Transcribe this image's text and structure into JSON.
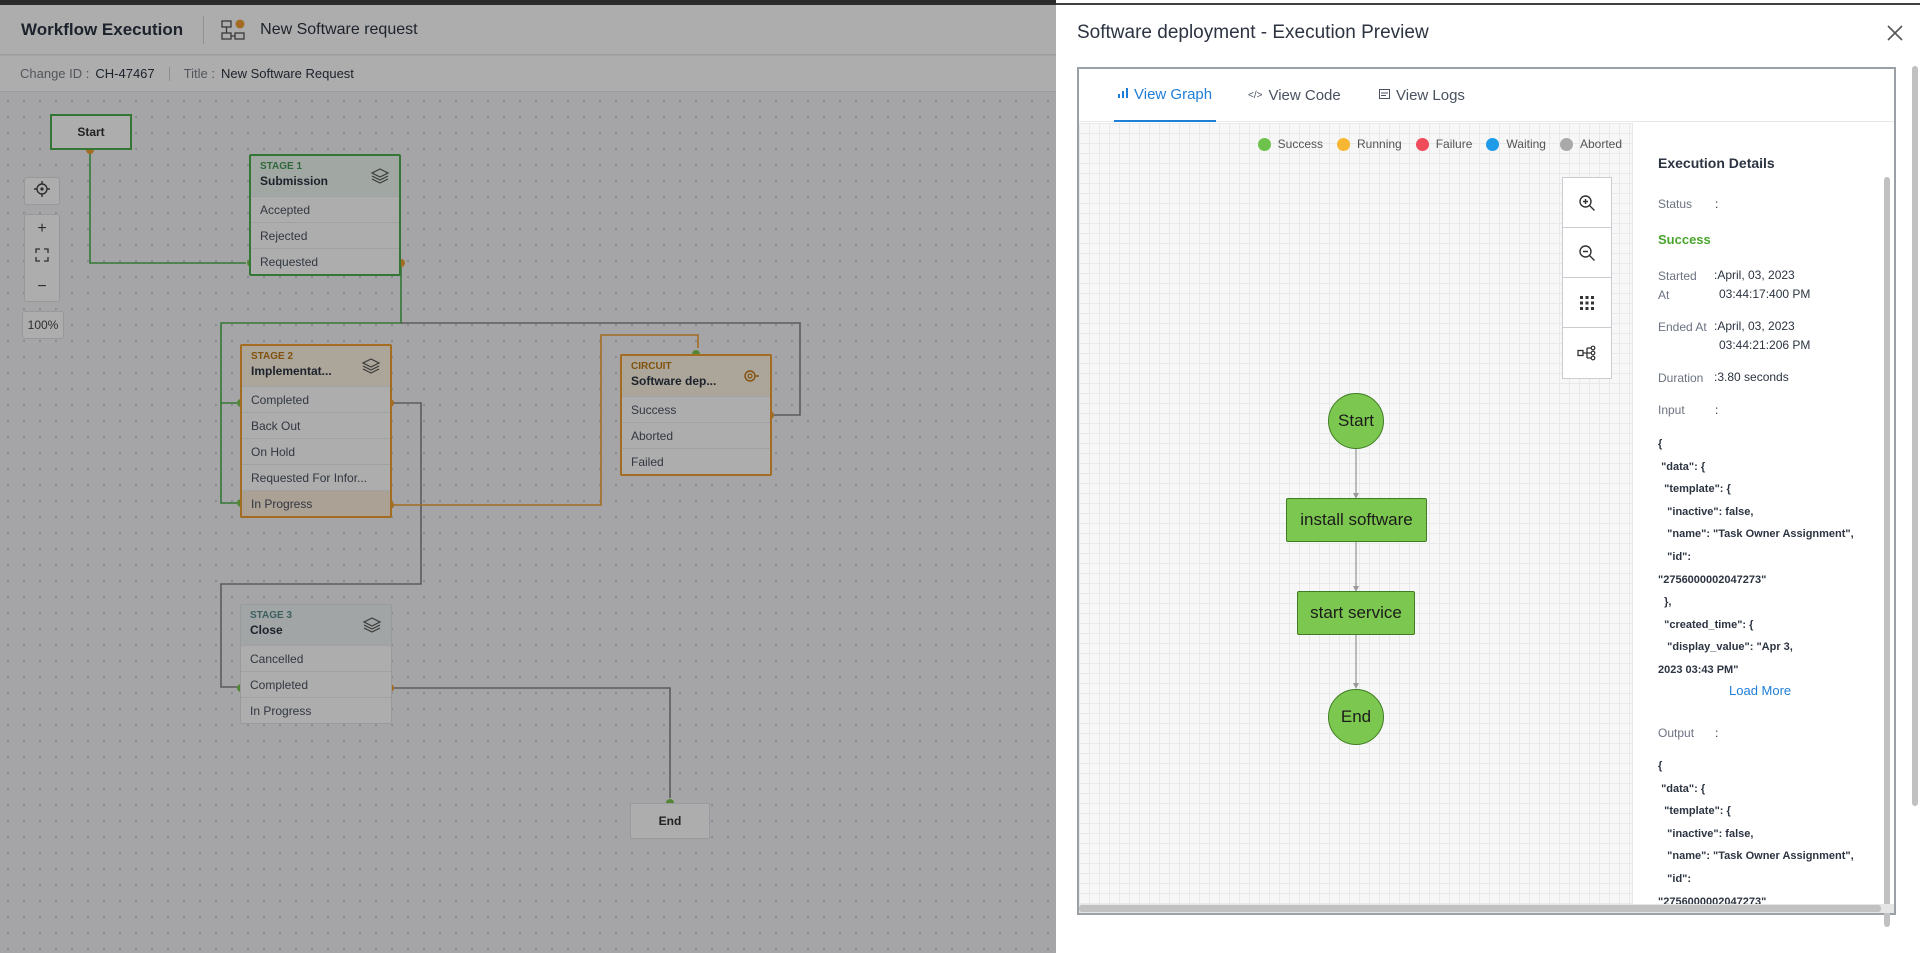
{
  "workflow": {
    "title": "Workflow Execution",
    "request_label": "New Software request",
    "change_id_label": "Change ID :",
    "change_id": "CH-47467",
    "title_label": "Title :",
    "title_value": "New Software Request",
    "zoom": "100%",
    "start": "Start",
    "end": "End",
    "stages": [
      {
        "tag": "STAGE 1",
        "name": "Submission",
        "rows": [
          "Accepted",
          "Rejected",
          "Requested"
        ]
      },
      {
        "tag": "STAGE 2",
        "name": "Implementat...",
        "rows": [
          "Completed",
          "Back Out",
          "On Hold",
          "Requested For Infor...",
          "In Progress"
        ]
      },
      {
        "tag": "CIRCUIT",
        "name": "Software dep...",
        "rows": [
          "Success",
          "Aborted",
          "Failed"
        ]
      },
      {
        "tag": "STAGE 3",
        "name": "Close",
        "rows": [
          "Cancelled",
          "Completed",
          "In Progress"
        ]
      }
    ]
  },
  "preview": {
    "title": "Software deployment - Execution Preview",
    "tabs": [
      "View Graph",
      "View Code",
      "View Logs"
    ],
    "legend": [
      {
        "label": "Success",
        "color": "#6cc24a"
      },
      {
        "label": "Running",
        "color": "#f7b733"
      },
      {
        "label": "Failure",
        "color": "#ef4b5b"
      },
      {
        "label": "Waiting",
        "color": "#1e9be8"
      },
      {
        "label": "Aborted",
        "color": "#a9a9a9"
      }
    ],
    "graph_nodes": [
      "Start",
      "install software",
      "start service",
      "End"
    ],
    "details": {
      "title": "Execution Details",
      "status_label": "Status",
      "colon": ":",
      "status": "Success",
      "started_label_1": "Started",
      "started_label_2": "At",
      "started_date": ":April, 03, 2023",
      "started_time": "03:44:17:400 PM",
      "ended_label": "Ended At",
      "ended_date": ":April, 03, 2023",
      "ended_time": "03:44:21:206 PM",
      "duration_label": "Duration",
      "duration": ":3.80 seconds",
      "input_label": "Input",
      "input_json": "{\n \"data\": {\n  \"template\": {\n   \"inactive\": false,\n   \"name\": \"Task Owner Assignment\",\n   \"id\":\n\"2756000002047273\"\n  },\n  \"created_time\": {\n   \"display_value\": \"Apr 3,\n2023 03:43 PM\"",
      "load_more": "Load More",
      "output_label": "Output",
      "output_json": "{\n \"data\": {\n  \"template\": {\n   \"inactive\": false,\n   \"name\": \"Task Owner Assignment\",\n   \"id\":\n\"2756000002047273\""
    }
  }
}
